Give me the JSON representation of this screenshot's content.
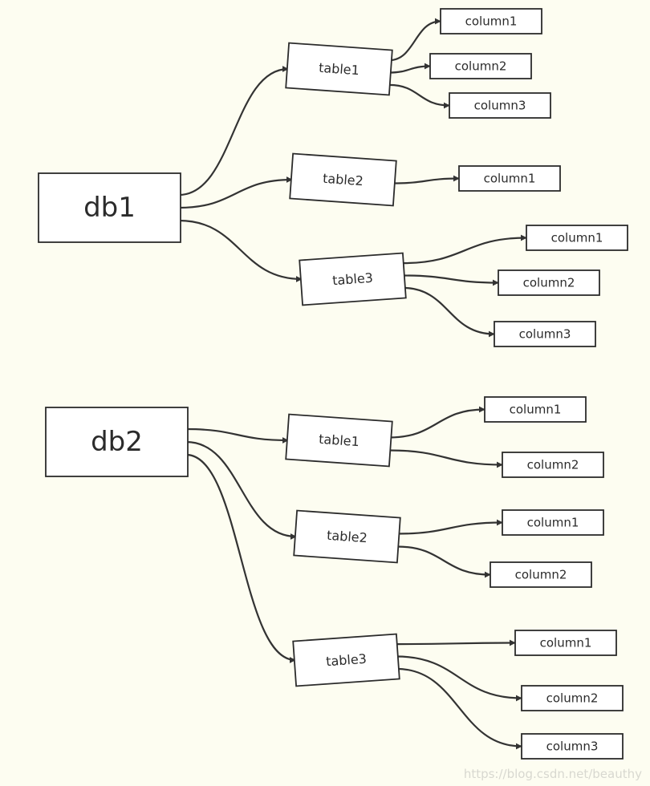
{
  "diagram": {
    "databases": [
      {
        "label": "db1",
        "tables": [
          {
            "label": "table1",
            "columns": [
              "column1",
              "column2",
              "column3"
            ]
          },
          {
            "label": "table2",
            "columns": [
              "column1"
            ]
          },
          {
            "label": "table3",
            "columns": [
              "column1",
              "column2",
              "column3"
            ]
          }
        ]
      },
      {
        "label": "db2",
        "tables": [
          {
            "label": "table1",
            "columns": [
              "column1",
              "column2"
            ]
          },
          {
            "label": "table2",
            "columns": [
              "column1",
              "column2"
            ]
          },
          {
            "label": "table3",
            "columns": [
              "column1",
              "column2",
              "column3"
            ]
          }
        ]
      }
    ]
  },
  "watermark": "https://blog.csdn.net/beauthy",
  "colors": {
    "background": "#fdfdf1",
    "stroke": "#2b2b2b",
    "fill": "#ffffff"
  }
}
